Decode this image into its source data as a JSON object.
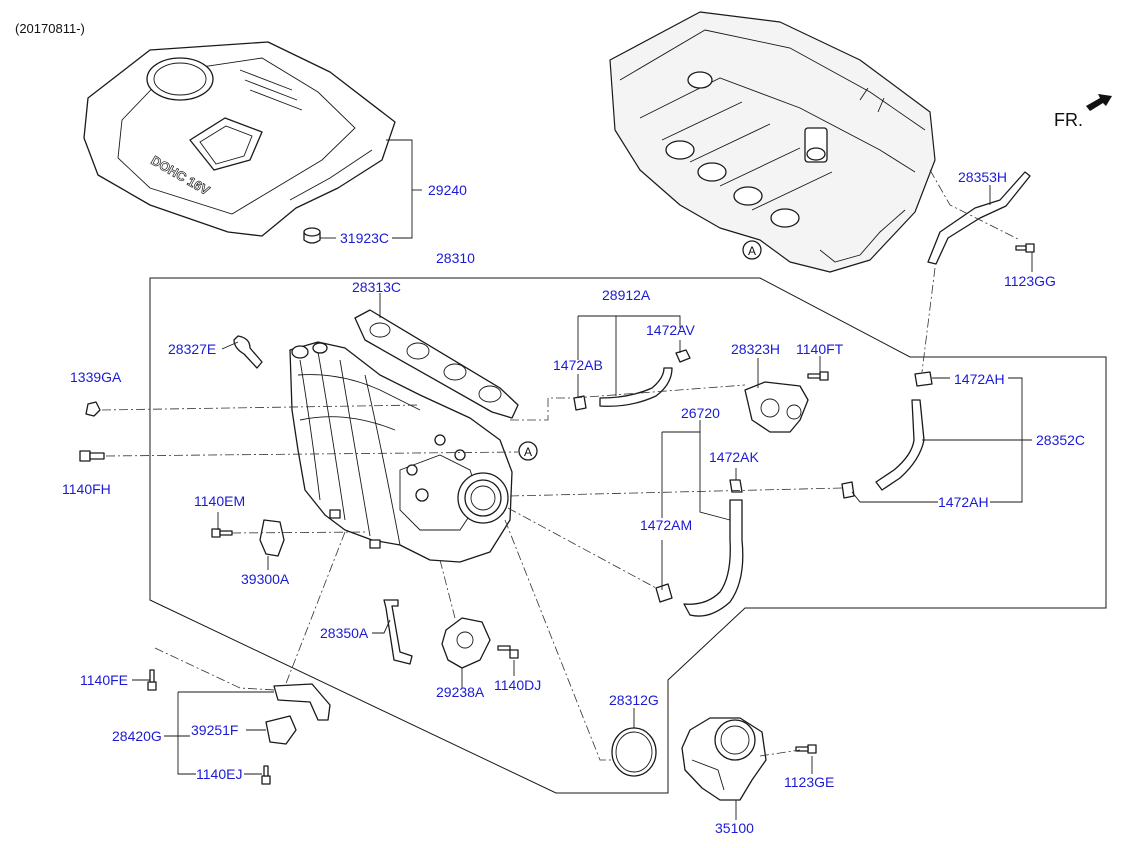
{
  "diagram": {
    "date_code": "(20170811-)",
    "direction_label": "FR.",
    "cover_emboss": "DOHC 16V",
    "reference_marker": "A",
    "parts": [
      {
        "id": "p29240",
        "label": "29240",
        "name": "engine-cover"
      },
      {
        "id": "p31923C",
        "label": "31923C",
        "name": "cover-grommet"
      },
      {
        "id": "p28310",
        "label": "28310",
        "name": "intake-manifold-assembly"
      },
      {
        "id": "p28313C",
        "label": "28313C",
        "name": "manifold-gasket"
      },
      {
        "id": "p28327E",
        "label": "28327E",
        "name": "breather-hose"
      },
      {
        "id": "p1339GA",
        "label": "1339GA",
        "name": "nut"
      },
      {
        "id": "p1140FH",
        "label": "1140FH",
        "name": "bolt"
      },
      {
        "id": "p1140EM",
        "label": "1140EM",
        "name": "bolt"
      },
      {
        "id": "p39300A",
        "label": "39300A",
        "name": "map-sensor"
      },
      {
        "id": "p28912A",
        "label": "28912A",
        "name": "vacuum-hose"
      },
      {
        "id": "p1472AV",
        "label": "1472AV",
        "name": "hose-clamp"
      },
      {
        "id": "p1472AB",
        "label": "1472AB",
        "name": "hose-clamp"
      },
      {
        "id": "p28323H",
        "label": "28323H",
        "name": "pcv-valve"
      },
      {
        "id": "p1140FT",
        "label": "1140FT",
        "name": "bolt"
      },
      {
        "id": "p28353H",
        "label": "28353H",
        "name": "pcv-pipe"
      },
      {
        "id": "p1123GG",
        "label": "1123GG",
        "name": "bolt"
      },
      {
        "id": "p1472AH_top",
        "label": "1472AH",
        "name": "hose-clamp"
      },
      {
        "id": "p28352C",
        "label": "28352C",
        "name": "pcv-hose"
      },
      {
        "id": "p1472AH_bottom",
        "label": "1472AH",
        "name": "hose-clamp"
      },
      {
        "id": "p26720",
        "label": "26720",
        "name": "breather-hose"
      },
      {
        "id": "p1472AK",
        "label": "1472AK",
        "name": "hose-clamp"
      },
      {
        "id": "p1472AM",
        "label": "1472AM",
        "name": "hose-clamp"
      },
      {
        "id": "p28350A",
        "label": "28350A",
        "name": "vacuum-hose"
      },
      {
        "id": "p29238A",
        "label": "29238A",
        "name": "purge-solenoid"
      },
      {
        "id": "p1140DJ",
        "label": "1140DJ",
        "name": "bolt"
      },
      {
        "id": "p1140FE",
        "label": "1140FE",
        "name": "bolt"
      },
      {
        "id": "p28420G",
        "label": "28420G",
        "name": "bracket-assembly"
      },
      {
        "id": "p39251F",
        "label": "39251F",
        "name": "sensor-bracket"
      },
      {
        "id": "p1140EJ",
        "label": "1140EJ",
        "name": "bolt"
      },
      {
        "id": "p28312G",
        "label": "28312G",
        "name": "throttle-gasket"
      },
      {
        "id": "p35100",
        "label": "35100",
        "name": "throttle-body"
      },
      {
        "id": "p1123GE",
        "label": "1123GE",
        "name": "bolt"
      }
    ]
  }
}
